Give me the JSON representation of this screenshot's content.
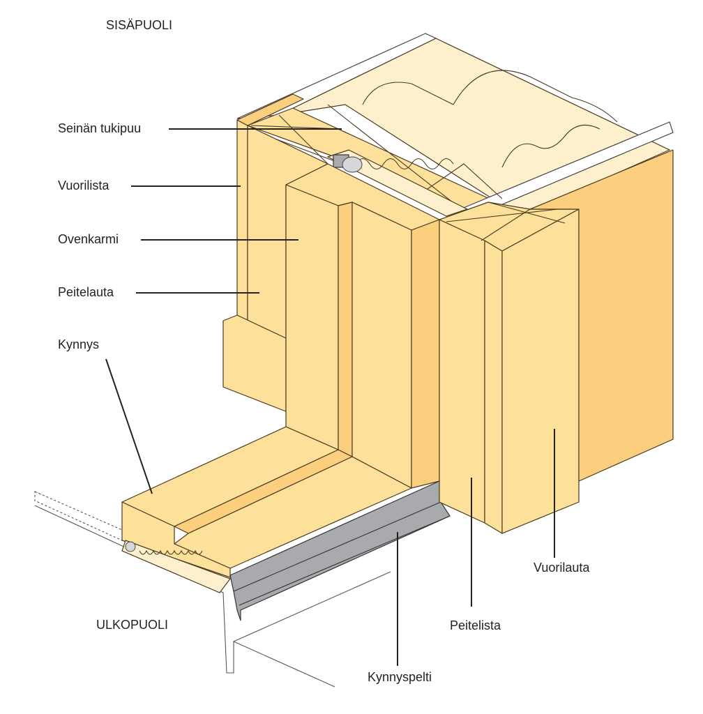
{
  "title_inside": "SISÄPUOLI",
  "title_outside": "ULKOPUOLI",
  "labels": {
    "seinan_tukipuu": "Seinän tukipuu",
    "vuorilista": "Vuorilista",
    "ovenkarmi": "Ovenkarmi",
    "peitelauta": "Peitelauta",
    "kynnys": "Kynnys",
    "vuorilauta": "Vuorilauta",
    "peitelista": "Peitelista",
    "kynnyspelti": "Kynnyspelti"
  },
  "colors": {
    "wood_light": "#fde09a",
    "wood_dark": "#fccf7f",
    "insulation": "#fef0cc",
    "metal": "#a9aaad"
  }
}
